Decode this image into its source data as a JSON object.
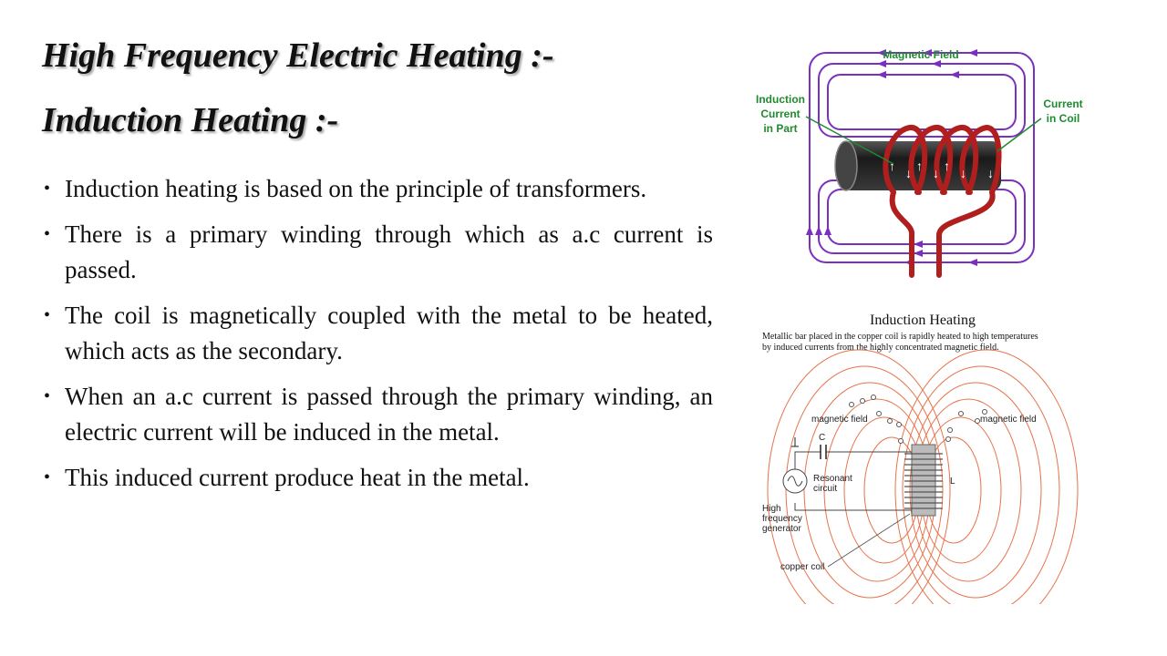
{
  "slide": {
    "title": "High Frequency Electric Heating :-",
    "subtitle": "Induction Heating :-",
    "bullets": [
      "Induction heating is based on the principle of transformers.",
      "There is a primary winding through which as a.c current is passed.",
      "The coil is magnetically coupled with the metal to be heated, which acts as the secondary.",
      "When an a.c current is passed through the primary winding, an electric current will be induced in the metal.",
      "This induced current produce heat in the metal."
    ]
  },
  "figure1": {
    "label_magnetic_field": "Magnetic Field",
    "label_induction_l1": "Induction",
    "label_induction_l2": "Current",
    "label_induction_l3": "in Part",
    "label_current_l1": "Current",
    "label_current_l2": "in Coil",
    "colors": {
      "field": "#7b2fbe",
      "coil": "#b01e1e",
      "label": "#1f8a2e",
      "bar": "#2a2a2a"
    }
  },
  "figure2": {
    "title": "Induction Heating",
    "caption_l1": "Metallic bar placed in the copper coil is rapidly heated to high temperatures",
    "caption_l2": "by induced currents from the highly concentrated magnetic field.",
    "label_field_left": "magnetic field",
    "label_field_right": "magnetic field",
    "label_c": "C",
    "label_l": "L",
    "label_resonant_l1": "Resonant",
    "label_resonant_l2": "circuit",
    "label_gen_l1": "High",
    "label_gen_l2": "frequency",
    "label_gen_l3": "generator",
    "label_copper_coil": "copper coil",
    "colors": {
      "field_lines": "#e8734a"
    }
  }
}
